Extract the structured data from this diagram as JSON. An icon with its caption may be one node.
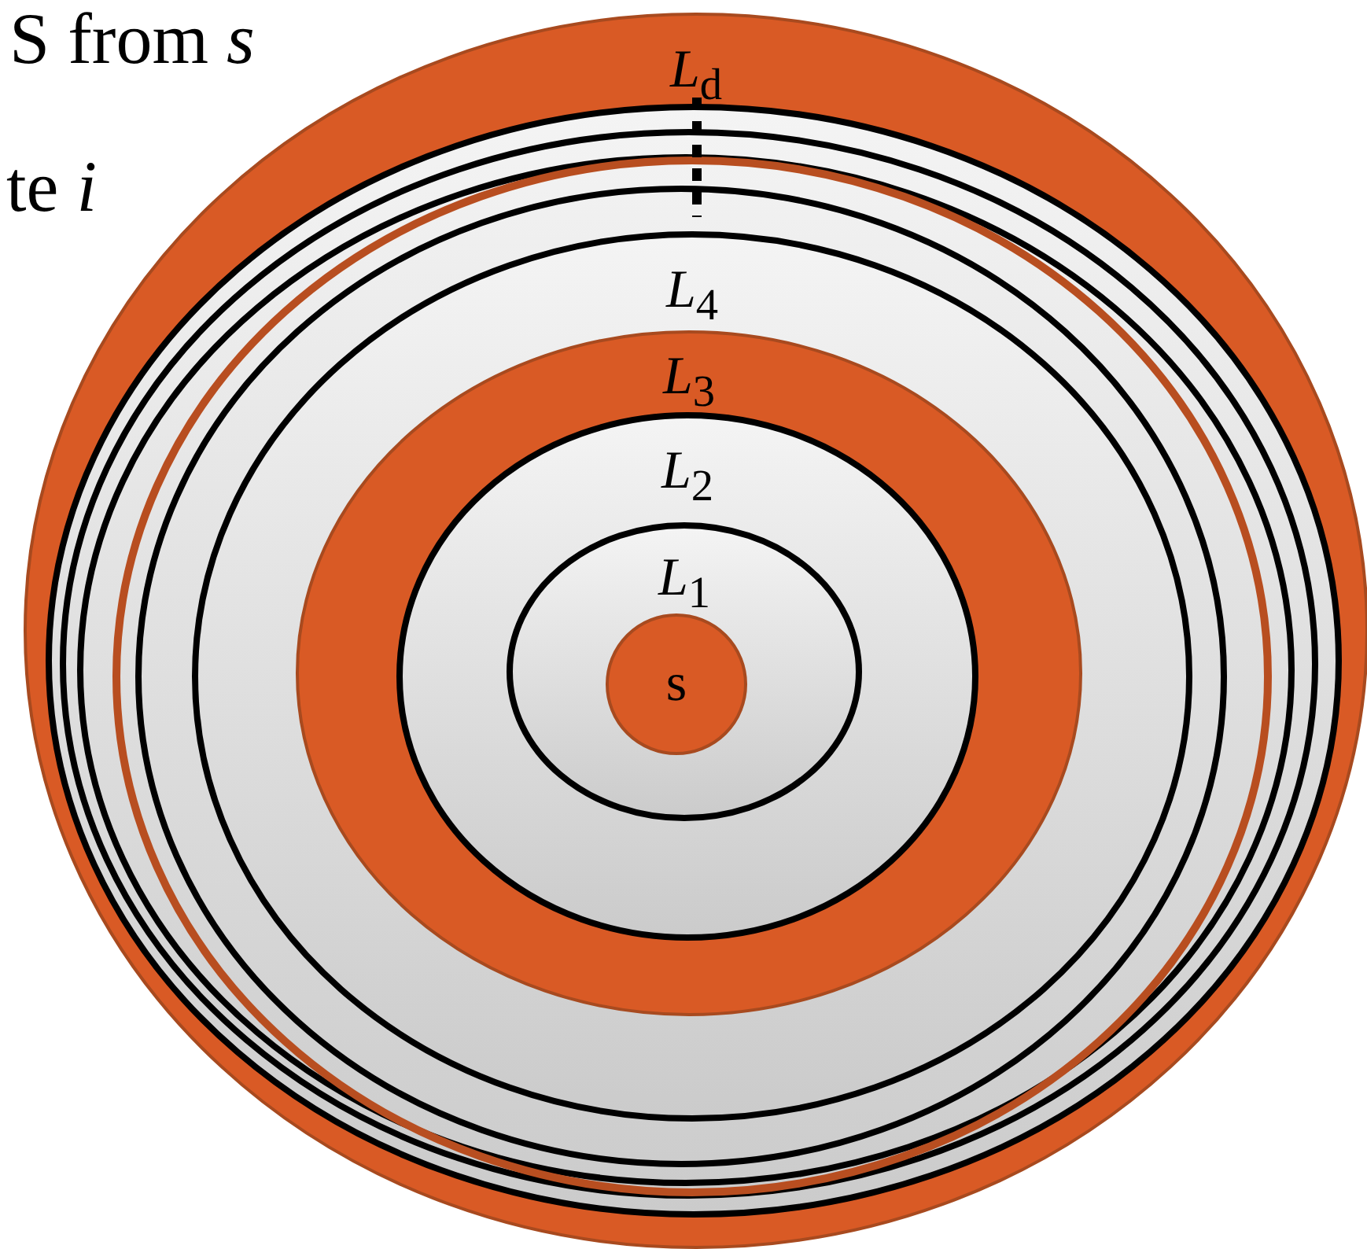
{
  "diagram": {
    "nodes": [
      {
        "text": [
          "*L*$_{d}$"
        ]
      },
      {
        "text": [
          "*L*$_{4}$"
        ],
        "in": 0
      },
      {
        "text": [
          "*L*$_{3}$"
        ],
        "in": 1
      },
      {
        "text": [
          "*L*$_{2}$"
        ],
        "in": 2
      },
      {
        "text": [
          "*L*$_{1}$"
        ],
        "in": 3
      },
      {
        "text": [
          "s"
        ],
        "in": 4
      }
    ],
    "labels": [
      "S from *s*",
      "te *i*"
    ]
  }
}
